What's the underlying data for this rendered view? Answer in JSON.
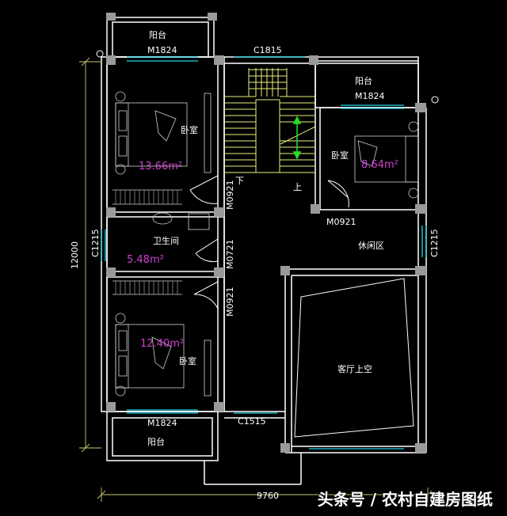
{
  "rooms": {
    "balcony_top": "阳台",
    "balcony_right": "阳台",
    "balcony_bottom": "阳台",
    "bedroom_top_left": "卧室",
    "bedroom_right": "卧室",
    "bedroom_bottom_left": "卧室",
    "bathroom": "卫生间",
    "lounge": "休闲区",
    "living_void": "客厅上空"
  },
  "areas": {
    "bedroom_top_left": "13.66m²",
    "bedroom_right": "8.64m²",
    "bathroom": "5.48m²",
    "bedroom_bottom_left": "12.40m²"
  },
  "openings": {
    "m1824_top": "M1824",
    "m1824_right": "M1824",
    "m1824_bottom": "M1824",
    "c1815": "C1815",
    "c1515": "C1515",
    "c1215_left": "C1215",
    "c1215_right": "C1215",
    "m0921_a": "M0921",
    "m0921_b": "M0921",
    "m0921_c": "M0921",
    "m0721": "M0721"
  },
  "stairs": {
    "down": "下",
    "up": "上"
  },
  "dimensions": {
    "height": "12000",
    "width": "9760"
  },
  "watermark": "头条号 / 农村自建房图纸",
  "colors": {
    "wall": "#ffffff",
    "column": "#9a9a9a",
    "area_text": "#d040d0",
    "window": "#22d4e4",
    "stair": "#e8f07a",
    "arrow": "#22e022",
    "dimension": "#c8c870"
  }
}
